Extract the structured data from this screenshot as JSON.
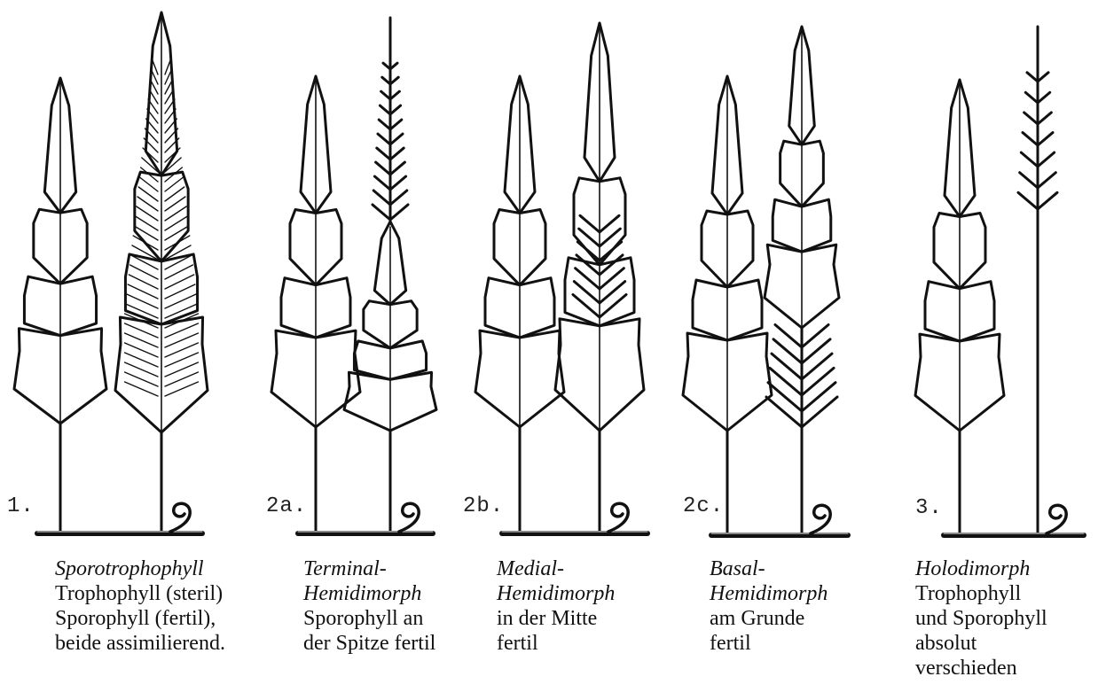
{
  "panels": [
    {
      "number": "1.",
      "title": "Sporotrophophyll",
      "desc": [
        "Trophophyll (steril)",
        "Sporophyll (fertil),",
        "beide assimilierend."
      ]
    },
    {
      "number": "2a.",
      "title": "Terminal-\nHemidimorph",
      "desc": [
        "Sporophyll an",
        "der Spitze fertil"
      ]
    },
    {
      "number": "2b.",
      "title": "Medial-\nHemidimorph",
      "desc": [
        "in der Mitte",
        "fertil"
      ]
    },
    {
      "number": "2c.",
      "title": "Basal-\nHemidimorph",
      "desc": [
        "am Grunde",
        "fertil"
      ]
    },
    {
      "number": "3.",
      "title": "Holodimorph",
      "desc": [
        "Trophophyll",
        "und Sporophyll",
        "absolut",
        "verschieden"
      ]
    }
  ],
  "colors": {
    "ink": "#111111",
    "paper": "#ffffff"
  }
}
